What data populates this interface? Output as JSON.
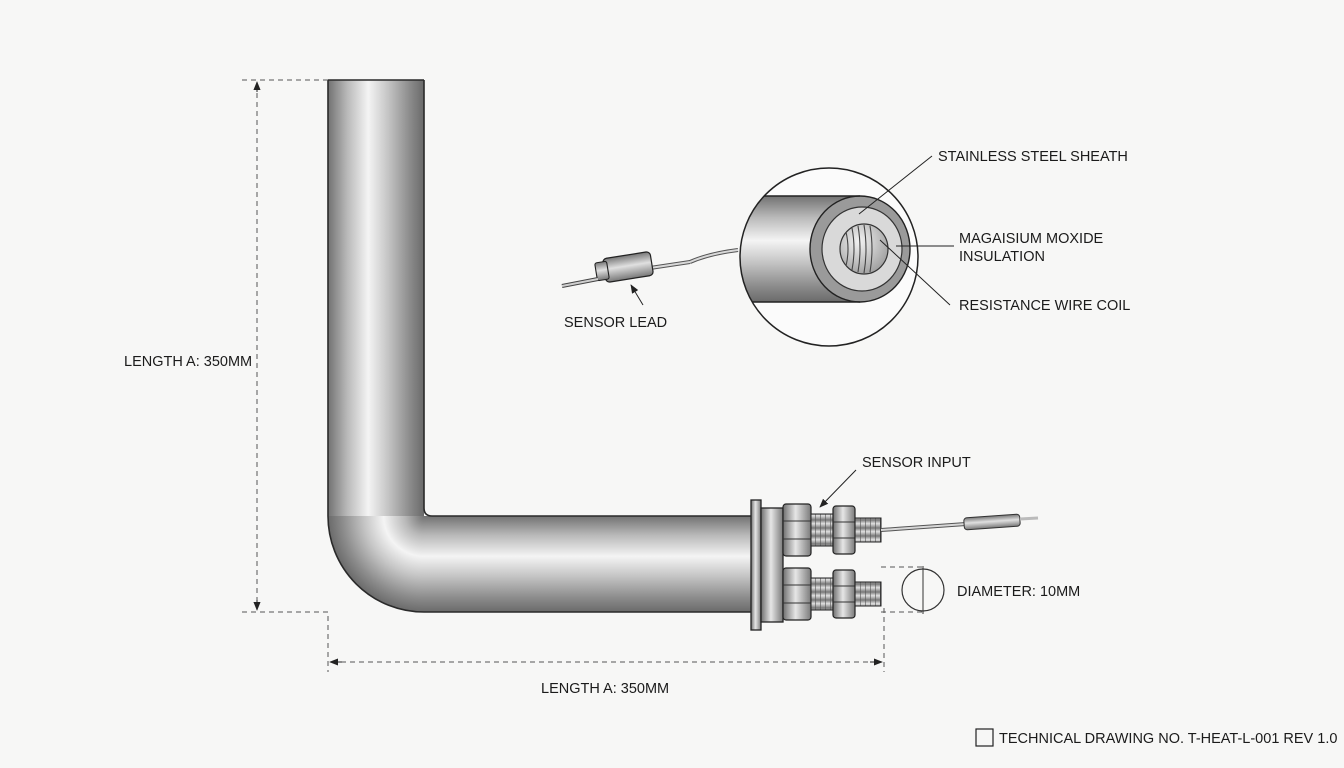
{
  "labels": {
    "length_vertical": "LENGTH A: 350MM",
    "length_horizontal": "LENGTH A: 350MM",
    "stainless_sheath": "STAINLESS STEEL SHEATH",
    "insulation_line1": "MAGAISIUM MOXIDE",
    "insulation_line2": "INSULATION",
    "resistance_coil": "RESISTANCE WIRE COIL",
    "sensor_lead": "SENSOR LEAD",
    "sensor_input": "SENSOR INPUT",
    "diameter": "DIAMETER: 10MM",
    "drawing_number": "TECHNICAL DRAWING NO. T-HEAT-L-001 REV 1.0"
  },
  "colors": {
    "background": "#f7f7f6",
    "steel_dark": "#6e6e6e",
    "steel_light": "#f2f2f2",
    "line": "#222222"
  }
}
